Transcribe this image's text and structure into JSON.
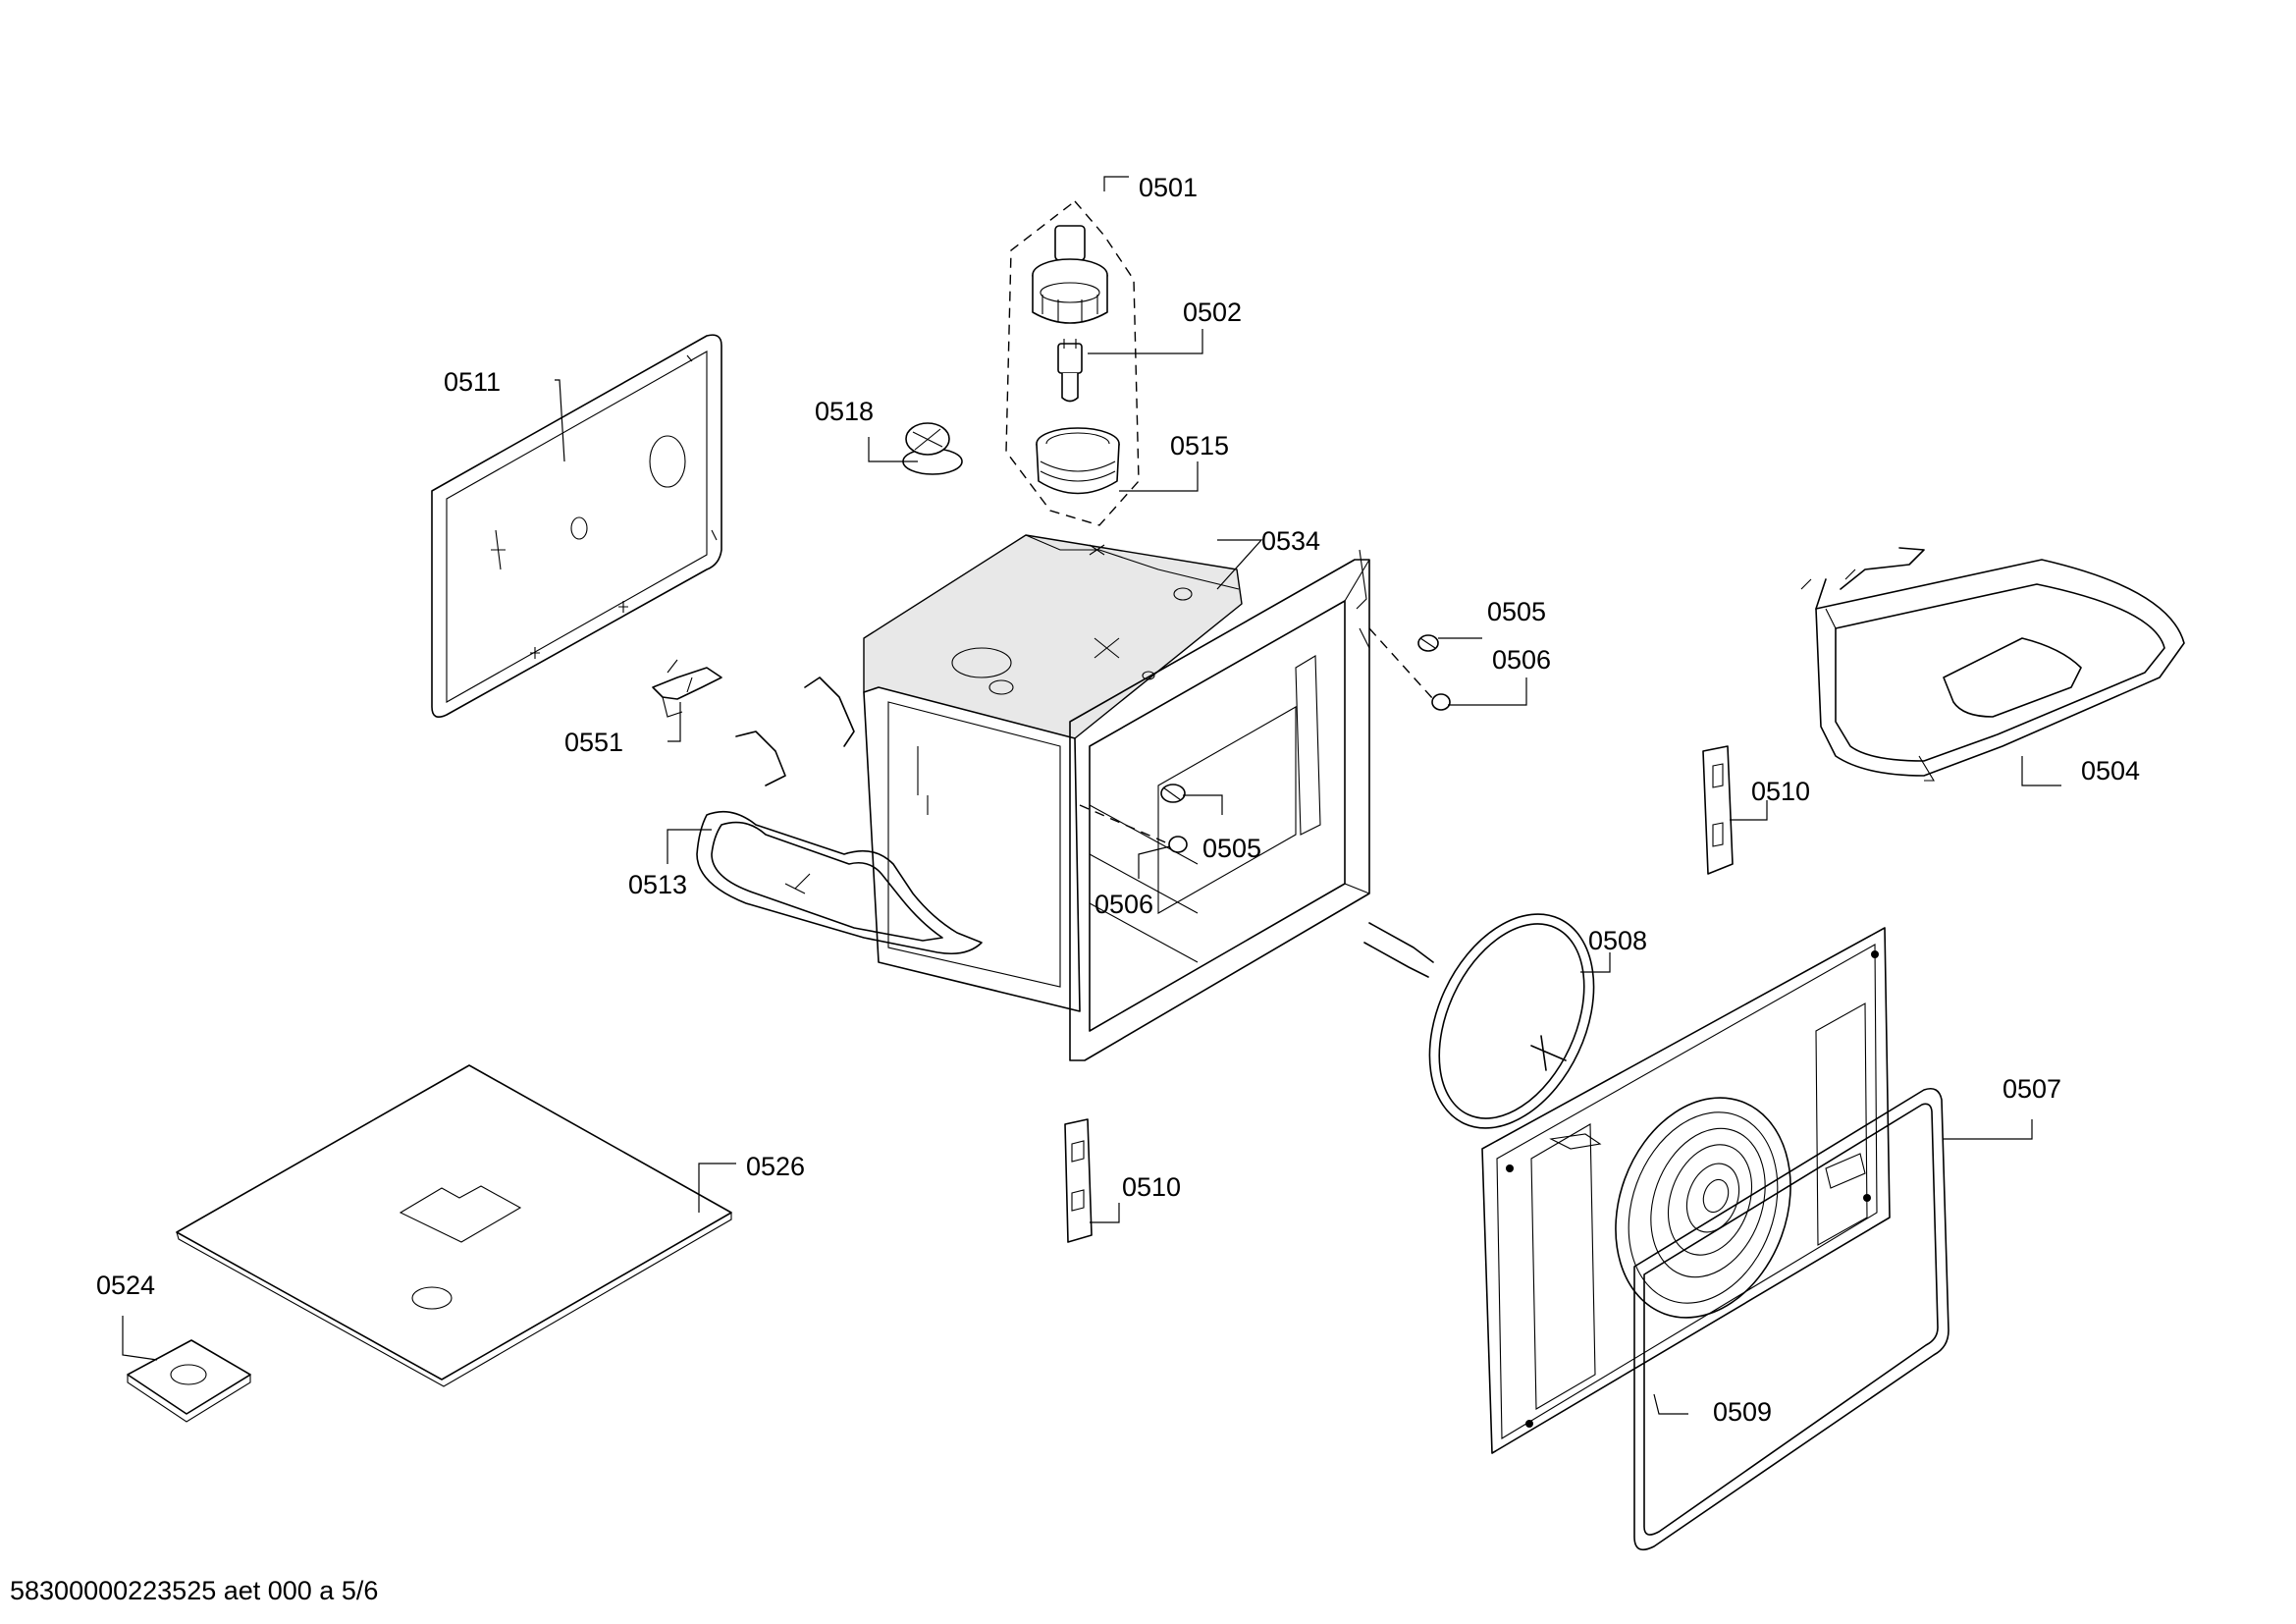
{
  "diagram": {
    "parts": [
      {
        "id": "p0501",
        "label": "0501"
      },
      {
        "id": "p0502",
        "label": "0502"
      },
      {
        "id": "p0511",
        "label": "0511"
      },
      {
        "id": "p0518",
        "label": "0518"
      },
      {
        "id": "p0515",
        "label": "0515"
      },
      {
        "id": "p0534",
        "label": "0534"
      },
      {
        "id": "p0505a",
        "label": "0505"
      },
      {
        "id": "p0506a",
        "label": "0506"
      },
      {
        "id": "p0551",
        "label": "0551"
      },
      {
        "id": "p0504",
        "label": "0504"
      },
      {
        "id": "p0510a",
        "label": "0510"
      },
      {
        "id": "p0513",
        "label": "0513"
      },
      {
        "id": "p0505b",
        "label": "0505"
      },
      {
        "id": "p0506b",
        "label": "0506"
      },
      {
        "id": "p0508",
        "label": "0508"
      },
      {
        "id": "p0507",
        "label": "0507"
      },
      {
        "id": "p0526",
        "label": "0526"
      },
      {
        "id": "p0510b",
        "label": "0510"
      },
      {
        "id": "p0524",
        "label": "0524"
      },
      {
        "id": "p0509",
        "label": "0509"
      }
    ]
  },
  "footer": {
    "document_code": "58300000223525 aet 000 a 5/6"
  }
}
